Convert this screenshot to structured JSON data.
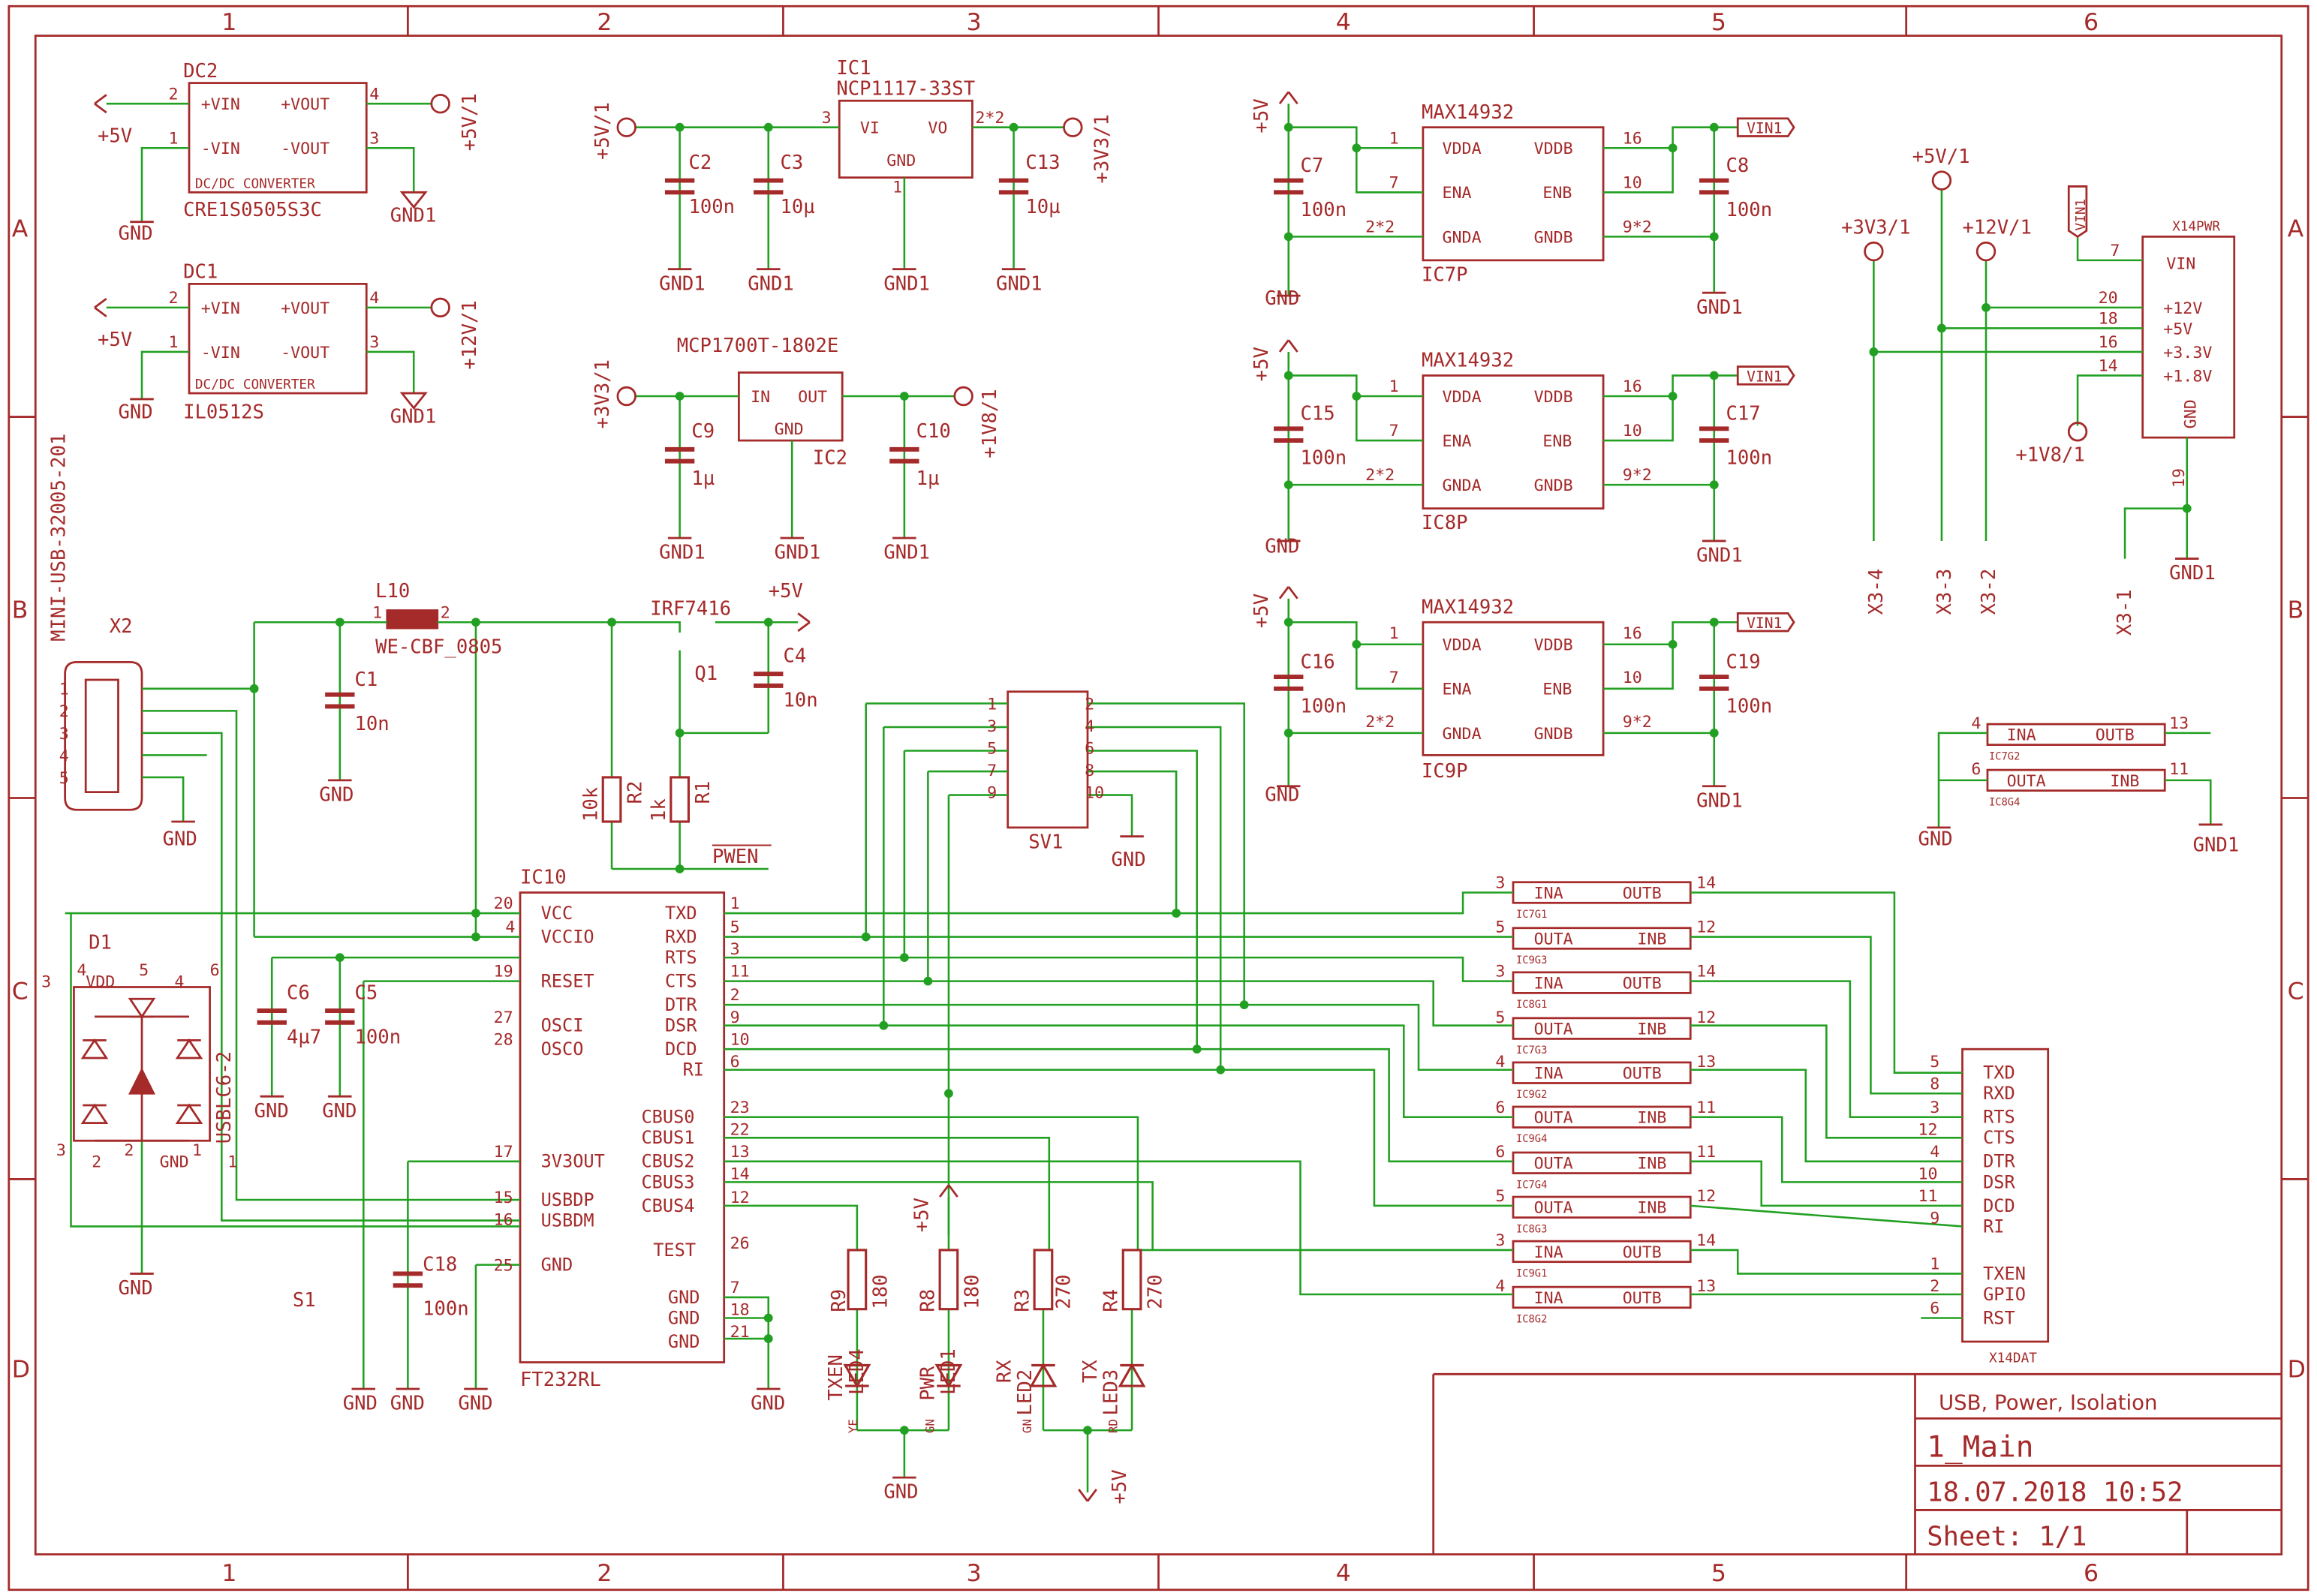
{
  "colors": {
    "part": "#a52a2a",
    "net": "#22a022",
    "frame": "#a52a2a",
    "background": "#ffffff"
  },
  "frame": {
    "cols": [
      "1",
      "2",
      "3",
      "4",
      "5",
      "6"
    ],
    "rows": [
      "A",
      "B",
      "C",
      "D"
    ]
  },
  "title_block": {
    "title": "USB, Power, Isolation",
    "sheet_name": "1_Main",
    "date": "18.07.2018 10:52",
    "sheet": "Sheet: 1/1"
  },
  "labels": {
    "dc2": "DC2",
    "dc2_part": "CRE1S0505S3C",
    "dc1": "DC1",
    "dc1_part": "IL0512S",
    "dc_conv": "DC/DC CONVERTER",
    "vin_p": "+VIN",
    "vin_m": "-VIN",
    "vout_p": "+VOUT",
    "vout_m": "-VOUT",
    "p5v": "+5V",
    "p5v1": "+5V/1",
    "p12v1": "+12V/1",
    "p3v31": "+3V3/1",
    "p1v81": "+1V8/1",
    "gnd": "GND",
    "gnd1": "GND1",
    "ic1": "IC1",
    "ic1_part": "NCP1117-33ST",
    "vi": "VI",
    "vo": "VO",
    "c2": "C2",
    "c3": "C3",
    "c13": "C13",
    "v100n": "100n",
    "v10u": "10µ",
    "v1u": "1µ",
    "v10n": "10n",
    "v4u7": "4µ7",
    "ic2": "IC2",
    "ic2_part": "MCP1700T-1802E",
    "in": "IN",
    "out": "OUT",
    "c9": "C9",
    "c10": "C10",
    "max": "MAX14932",
    "vdda": "VDDA",
    "vddb": "VDDB",
    "ena": "ENA",
    "enb": "ENB",
    "gnda": "GNDA",
    "gndb": "GNDB",
    "c7": "C7",
    "c8": "C8",
    "c15": "C15",
    "c17": "C17",
    "c16": "C16",
    "c19": "C19",
    "ic7p": "IC7P",
    "ic8p": "IC8P",
    "ic9p": "IC9P",
    "vin1": "VIN1",
    "x14pwr": "X14PWR",
    "vin": "VIN",
    "p12": "+12V",
    "p5": "+5V",
    "p33": "+3.3V",
    "p18": "+1.8V",
    "x3_4": "X3-4",
    "x3_3": "X3-3",
    "x3_2": "X3-2",
    "x3_1": "X3-1",
    "ina": "INA",
    "inb": "INB",
    "outa": "OUTA",
    "outb": "OUTB",
    "mini_usb": "MINI-USB-32005-201",
    "x2": "X2",
    "l10": "L10",
    "l10_part": "WE-CBF_0805",
    "c1": "C1",
    "irf": "IRF7416",
    "q1": "Q1",
    "c4": "C4",
    "r1": "R1",
    "r2": "R2",
    "v10k": "10k",
    "v1k": "1k",
    "pwen": "PWEN",
    "sv1": "SV1",
    "d1": "D1",
    "usblc": "USBLC6-2",
    "vdd": "VDD",
    "c6": "C6",
    "c5": "C5",
    "c18": "C18",
    "ic10": "IC10",
    "ft232": "FT232RL",
    "s1": "S1",
    "vcc": "VCC",
    "vccio": "VCCIO",
    "reset": "RESET",
    "osci": "OSCI",
    "osco": "OSCO",
    "v3v3out": "3V3OUT",
    "usbdp": "USBDP",
    "usbdm": "USBDM",
    "txd": "TXD",
    "rxd": "RXD",
    "rts": "RTS",
    "cts": "CTS",
    "dtr": "DTR",
    "dsr": "DSR",
    "dcd": "DCD",
    "ri": "RI",
    "cbus0": "CBUS0",
    "cbus1": "CBUS1",
    "cbus2": "CBUS2",
    "cbus3": "CBUS3",
    "cbus4": "CBUS4",
    "test": "TEST",
    "r9": "R9",
    "r8": "R8",
    "r3": "R3",
    "r4": "R4",
    "v180": "180",
    "v270": "270",
    "led4": "LED4",
    "led1": "LED1",
    "led2": "LED2",
    "led3": "LED3",
    "txen": "TXEN",
    "pwr": "PWR",
    "rx": "RX",
    "tx": "TX",
    "ye": "YE",
    "gn": "GN",
    "rd": "RD",
    "x14dat": "X14DAT",
    "txen2": "TXEN",
    "gpio": "GPIO",
    "rst": "RST",
    "ic7g2": "IC7G2",
    "ic8g4": "IC8G4",
    "ic7g1": "IC7G1",
    "ic9g3": "IC9G3",
    "ic8g1": "IC8G1",
    "ic7g3": "IC7G3",
    "ic9g2": "IC9G2",
    "ic9g4": "IC9G4",
    "ic7g4": "IC7G4",
    "ic8g3": "IC8G3",
    "ic9g1": "IC9G1",
    "ic8g2": "IC8G2"
  }
}
